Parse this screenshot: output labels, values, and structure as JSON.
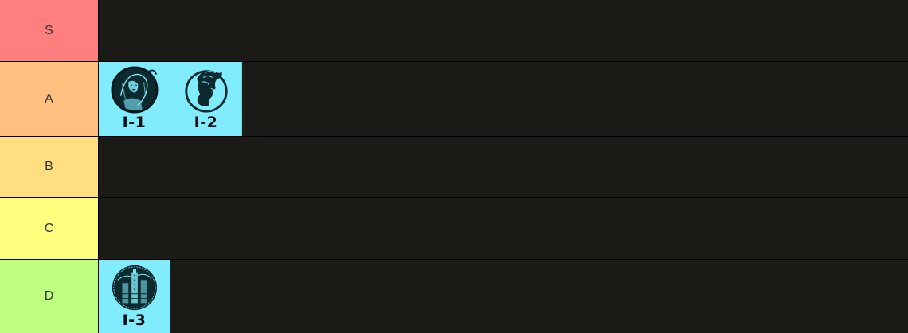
{
  "tiers": [
    {
      "label": "S",
      "color": "#ff7f7f",
      "items": []
    },
    {
      "label": "A",
      "color": "#ffbf7f",
      "items": [
        {
          "label": "I-1",
          "icon": "woman-in-wreath-emblem-icon",
          "color": "#80ecfd"
        },
        {
          "label": "I-2",
          "icon": "woman-profile-emblem-icon",
          "color": "#80ecfd"
        }
      ]
    },
    {
      "label": "B",
      "color": "#ffdf7f",
      "items": []
    },
    {
      "label": "C",
      "color": "#ffff7f",
      "items": []
    },
    {
      "label": "D",
      "color": "#bfff7f",
      "items": [
        {
          "label": "I-3",
          "icon": "tower-city-emblem-icon",
          "color": "#80ecfd"
        }
      ]
    }
  ]
}
